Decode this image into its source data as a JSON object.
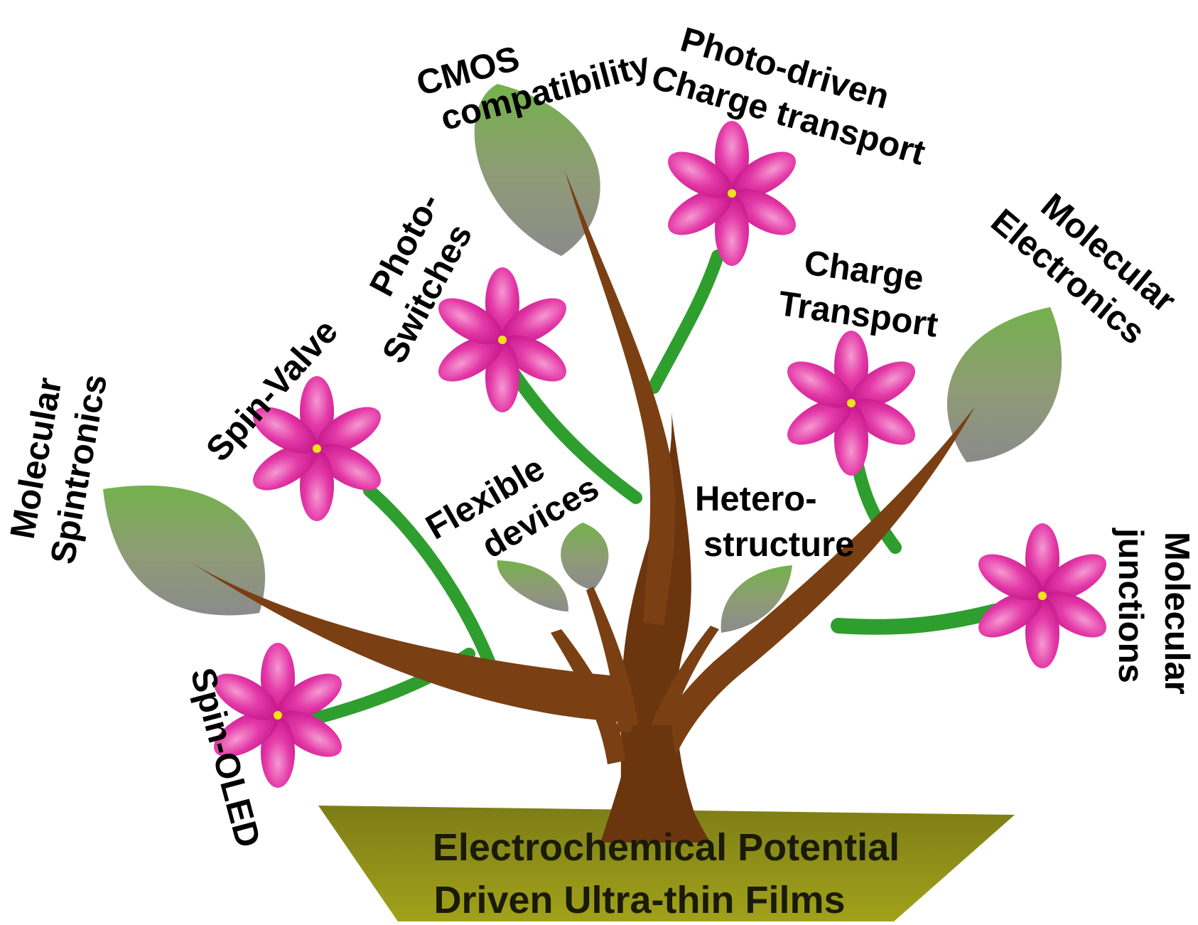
{
  "base": {
    "line1": "Electrochemical Potential",
    "line2": "Driven Ultra-thin Films"
  },
  "labels": {
    "cmos": [
      "CMOS",
      "compatibility"
    ],
    "photo_driven": [
      "Photo-driven",
      "Charge transport"
    ],
    "photo_switches": [
      "Photo-",
      "Switches"
    ],
    "charge_transport": [
      "Charge",
      "Transport"
    ],
    "molecular_electronics": [
      "Molecular",
      "Electronics"
    ],
    "spin_valve": [
      "Spin-Valve"
    ],
    "molecular_spintronics": [
      "Molecular",
      "Spintronics"
    ],
    "flexible_devices": [
      "Flexible",
      "devices"
    ],
    "heterostructure": [
      "Hetero-",
      "structure"
    ],
    "molecular_junctions": [
      "Molecular",
      "junctions"
    ],
    "spin_oled": [
      "Spin-OLED"
    ]
  },
  "colors": {
    "trunk": "#7a3f12",
    "stem": "#2e9e2e",
    "petal": "#e0259e",
    "leaf_top": "#6aa84f",
    "leaf_bottom": "#8a8a8a",
    "pot": "#8a8a14"
  }
}
